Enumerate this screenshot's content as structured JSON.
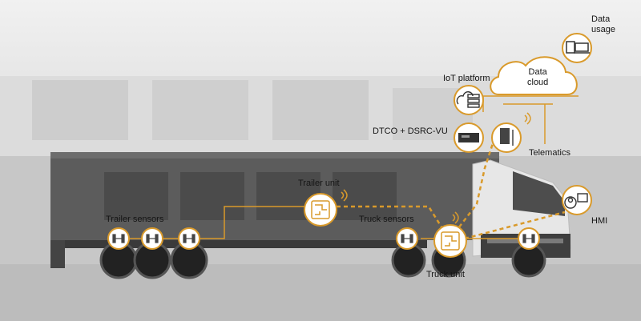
{
  "labels": {
    "data_usage_line1": "Data",
    "data_usage_line2": "usage",
    "data_cloud_line1": "Data",
    "data_cloud_line2": "cloud",
    "iot_platform": "IoT platform",
    "dtco_dsrc_vu": "DTCO + DSRC-VU",
    "telematics": "Telematics",
    "trailer_unit": "Trailer unit",
    "trailer_sensors": "Trailer sensors",
    "truck_sensors": "Truck sensors",
    "truck_unit": "Truck unit",
    "hmi": "HMI"
  },
  "colors": {
    "accent": "#d99a2b",
    "node_fill": "#ffffff",
    "truck_body": "#5a5a5a",
    "cab": "#e9e9e9"
  },
  "icons": [
    "wheel-axle-icon",
    "circuit-chip-icon",
    "wireless-signal-icon",
    "cloud-icon",
    "server-icon",
    "tachograph-icon",
    "telematics-device-icon",
    "driver-display-icon",
    "laptop-icon"
  ]
}
